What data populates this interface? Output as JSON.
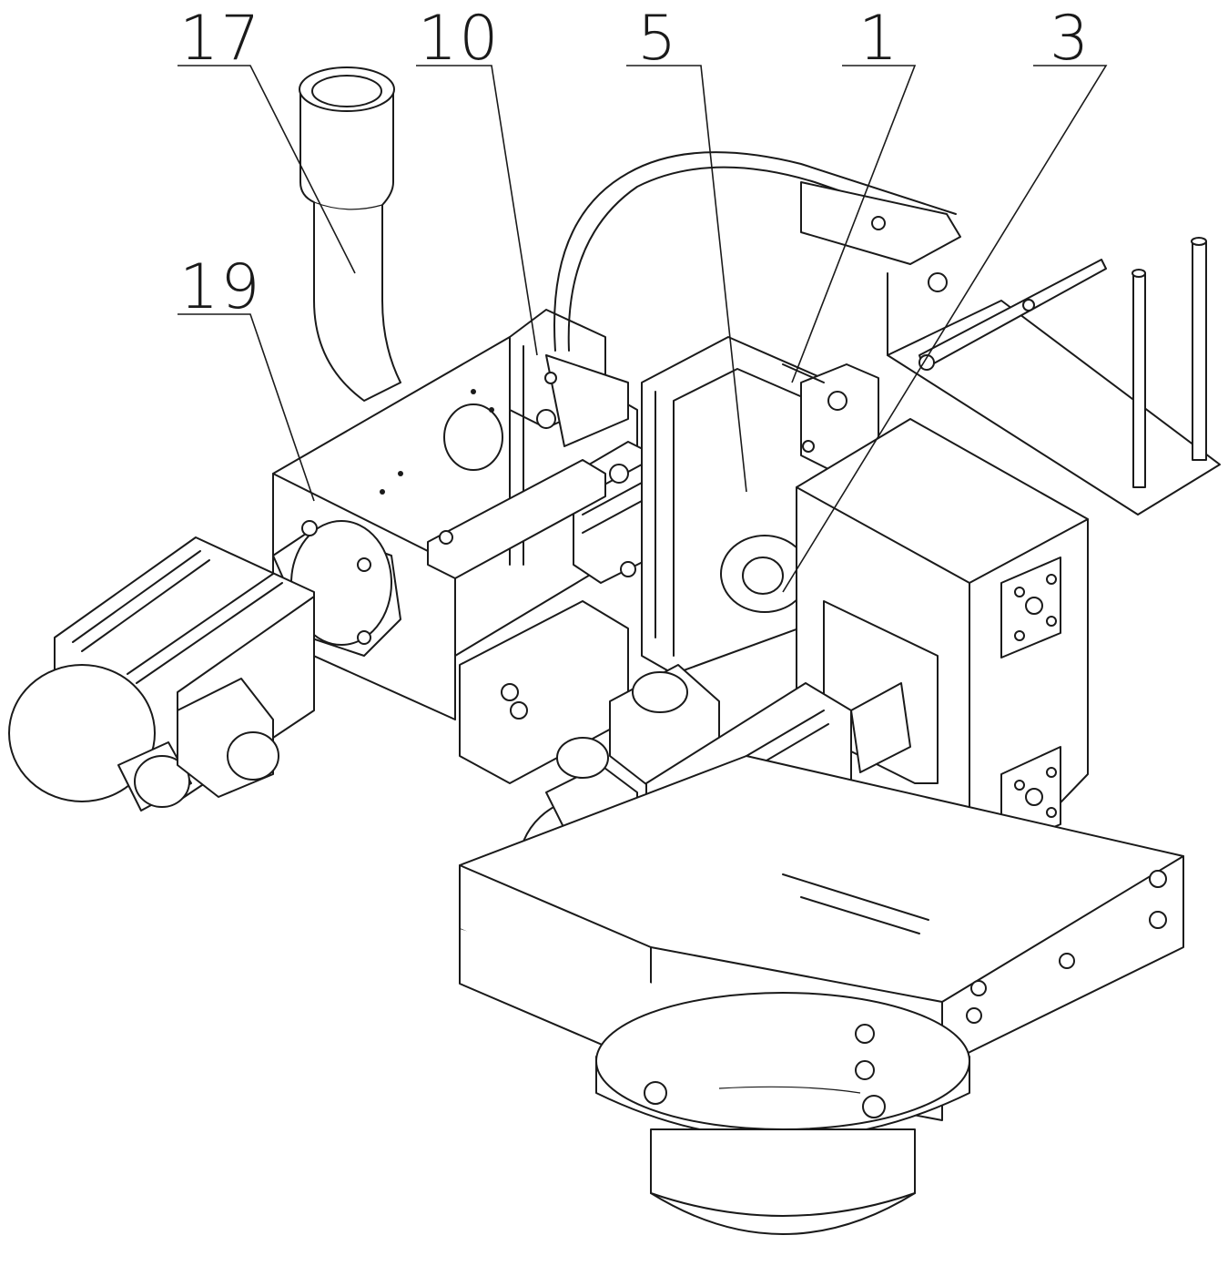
{
  "figure": {
    "callouts": [
      {
        "id": "c17",
        "label": "17"
      },
      {
        "id": "c10",
        "label": "10"
      },
      {
        "id": "c5",
        "label": "5"
      },
      {
        "id": "c1",
        "label": "1"
      },
      {
        "id": "c3",
        "label": "3"
      },
      {
        "id": "c19",
        "label": "19"
      }
    ]
  },
  "colors": {
    "line": "#1a1a1a",
    "paper": "#ffffff"
  }
}
